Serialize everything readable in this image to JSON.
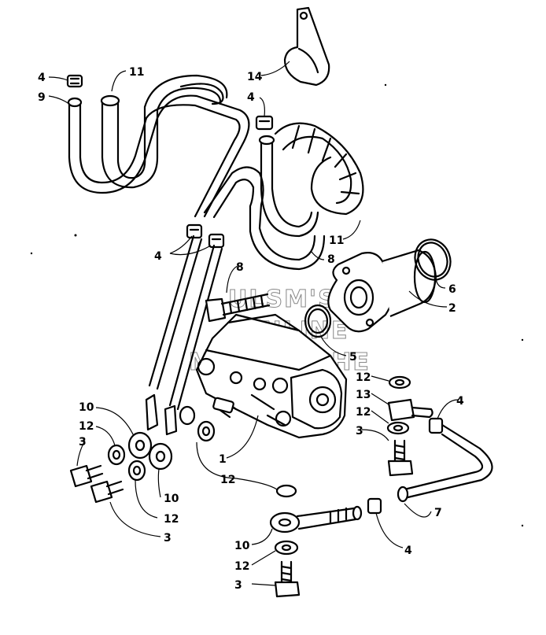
{
  "watermark": {
    "line1": "ULSM'S",
    "line2": "ONLINE",
    "line3": "MICROFICHE"
  },
  "callouts": {
    "c14": "14",
    "c4a": "4",
    "c9": "9",
    "c11a": "11",
    "c4b": "4",
    "c11b": "11",
    "c8a": "8",
    "c4c": "4",
    "c8b": "8",
    "c6": "6",
    "c2": "2",
    "c5": "5",
    "c12a": "12",
    "c13": "13",
    "c12b": "12",
    "c3a": "3",
    "c4d": "4",
    "c10a": "10",
    "c12c": "12",
    "c3b": "3",
    "c1": "1",
    "c10b": "10",
    "c12d": "12",
    "c3c": "3",
    "c12e": "12",
    "c7": "7",
    "c4e": "4",
    "c10c": "10",
    "c12f": "12",
    "c3d": "3"
  },
  "colors": {
    "line": "#000000",
    "watermark": "#888888",
    "background": "#ffffff"
  }
}
